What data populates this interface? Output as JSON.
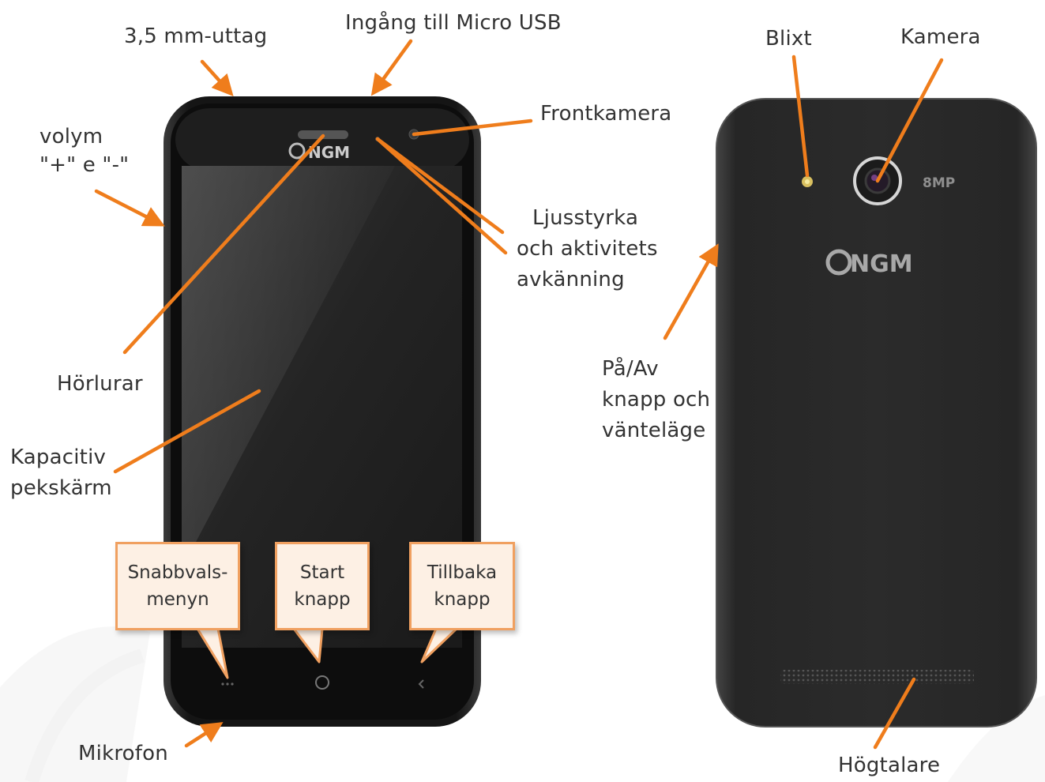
{
  "brand": {
    "logo_text": "NGM",
    "camera_badge": "8MP"
  },
  "labels": {
    "jack": "3,5 mm-uttag",
    "usb": "Ingång till Micro USB",
    "flash": "Blixt",
    "camera": "Kamera",
    "front_camera": "Frontkamera",
    "volume": [
      "volym",
      "\"+\" e \"-\""
    ],
    "sensor": [
      "Ljusstyrka",
      "och aktivitets",
      "avkänning"
    ],
    "power": [
      "På/Av",
      "knapp och",
      "vänteläge"
    ],
    "earpiece": "Hörlurar",
    "touchscreen": [
      "Kapacitiv",
      "pekskärm"
    ],
    "microphone": "Mikrofon",
    "speaker": "Högtalare"
  },
  "callouts": {
    "menu": [
      "Snabbvals-",
      "menyn"
    ],
    "home": [
      "Start",
      "knapp"
    ],
    "back": [
      "Tillbaka",
      "knapp"
    ]
  },
  "colors": {
    "arrow": "#ef7d1c",
    "phone_body": "#1b1b1b",
    "screen": "#262626",
    "callout_fill": "#fdf0e4",
    "callout_border": "#f0a060"
  }
}
